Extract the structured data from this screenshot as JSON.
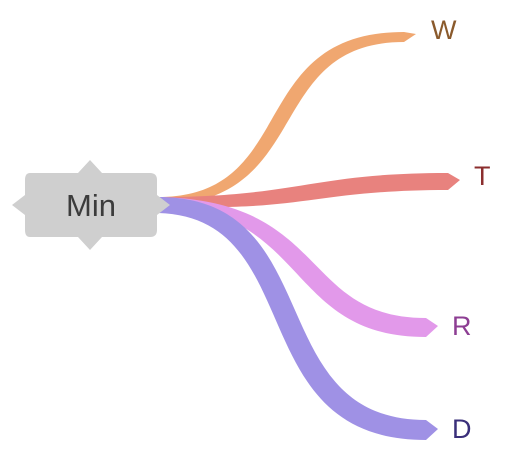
{
  "root": {
    "label": "Min",
    "fill": "#cfcfcf"
  },
  "branches": [
    {
      "label": "W",
      "stroke": "#f0a770",
      "text_color": "#8a5a2c"
    },
    {
      "label": "T",
      "stroke": "#e8827e",
      "text_color": "#8b2e2e"
    },
    {
      "label": "R",
      "stroke": "#e299ea",
      "text_color": "#8d3e93"
    },
    {
      "label": "D",
      "stroke": "#9f91e5",
      "text_color": "#3a2f7a"
    }
  ]
}
